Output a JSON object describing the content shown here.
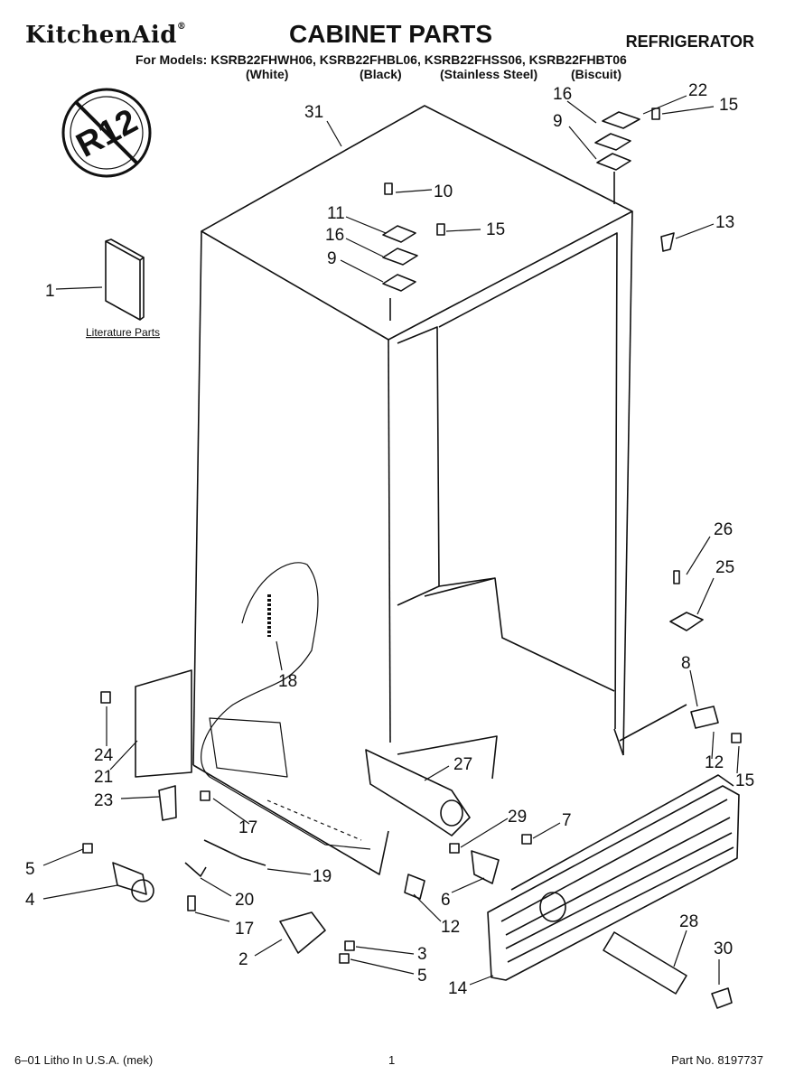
{
  "header": {
    "brand": "KitchenAid",
    "brand_mark": "®",
    "title": "CABINET PARTS",
    "appliance": "REFRIGERATOR",
    "models_line": "For Models: KSRB22FHWH06, KSRB22FHBL06, KSRB22FHSS06, KSRB22FHBT06",
    "finishes": [
      "(White)",
      "(Black)",
      "(Stainless Steel)",
      "(Biscuit)"
    ]
  },
  "badge": {
    "text": "R12"
  },
  "literature_label": "Literature Parts",
  "part_numbers": [
    "1",
    "31",
    "10",
    "11",
    "16",
    "15",
    "9",
    "16",
    "22",
    "15",
    "9",
    "13",
    "26",
    "25",
    "18",
    "8",
    "24",
    "21",
    "23",
    "17",
    "27",
    "29",
    "7",
    "12",
    "15",
    "5",
    "4",
    "19",
    "20",
    "6",
    "12",
    "17",
    "2",
    "3",
    "5",
    "28",
    "30",
    "14"
  ],
  "footer": {
    "left": "6–01 Litho In U.S.A. (mek)",
    "page": "1",
    "right": "Part No. 8197737"
  }
}
